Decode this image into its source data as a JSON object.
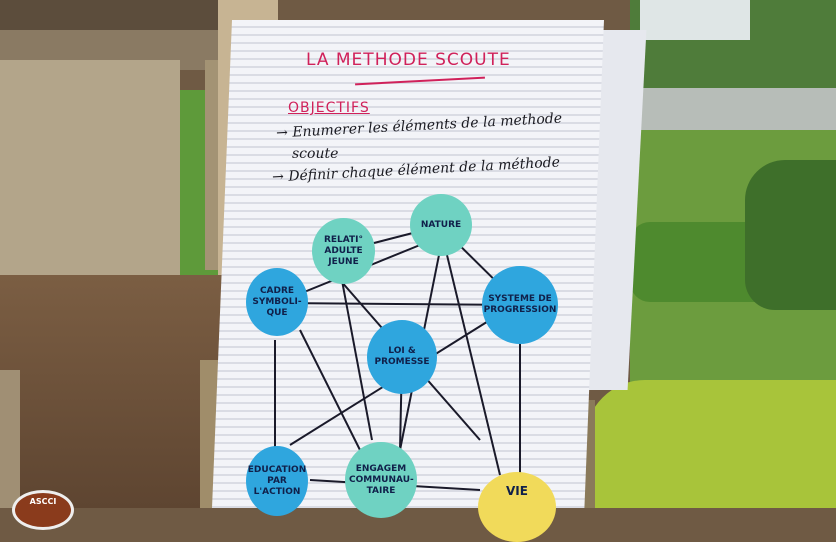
{
  "board": {
    "title": "LA METHODE SCOUTE",
    "objectives_heading": "OBJECTIFS",
    "objectives": [
      "→ Enumerer les éléments de la methode",
      "scoute",
      "→ Définir chaque élément de la méthode"
    ]
  },
  "elements": [
    {
      "label": "NATURE"
    },
    {
      "label": "RELATI° ADULTE JEUNE"
    },
    {
      "label": "CADRE SYMBOLI-QUE"
    },
    {
      "label": "SYSTEME DE PROGRESSION"
    },
    {
      "label": "LOI & PROMESSE"
    },
    {
      "label": "EDUCATION PAR L'ACTION"
    },
    {
      "label": "ENGAGEM COMMUNAU-TAIRE"
    },
    {
      "label": "VIE"
    }
  ],
  "logo_text": "ASCCI"
}
